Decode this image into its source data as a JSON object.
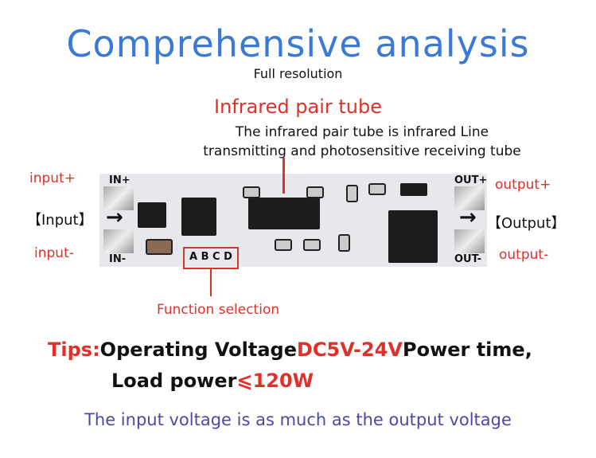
{
  "title": "Comprehensive analysis",
  "subtitle": "Full resolution",
  "ir_title": "Infrared pair tube",
  "ir_desc_1": "The infrared pair tube is infrared Line",
  "ir_desc_2": "transmitting and photosensitive receiving tube",
  "labels": {
    "input_plus": "input+",
    "input_minus": "input-",
    "input": "【Input】",
    "output_plus": "output+",
    "output_minus": "output-",
    "output": "【Output】",
    "function": "Function selection"
  },
  "board": {
    "in_plus": "IN+",
    "in_minus": "IN-",
    "out_plus": "OUT+",
    "out_minus": "OUT-",
    "pins": "A B C D",
    "arrow": "→"
  },
  "tips": {
    "prefix": "Tips:",
    "text1": "Operating Voltage",
    "voltage": "DC5V-24V",
    "text2": "Power time,",
    "text3": "Load power",
    "power": "⩽120W"
  },
  "bottom": "The input voltage is as much as the output voltage"
}
